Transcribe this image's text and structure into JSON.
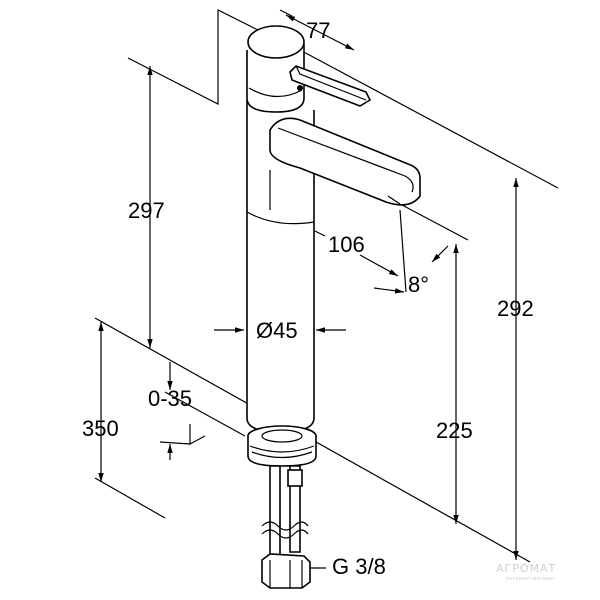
{
  "dimensions": {
    "handle_width": "77",
    "total_height": "297",
    "spout_reach": "106",
    "spout_angle": "8°",
    "body_diameter": "Ø45",
    "outlet_height": "292",
    "adjustment_range": "0-35",
    "base_height": "350",
    "spout_clearance": "225",
    "connection_thread": "G 3/8"
  },
  "watermark": {
    "brand": "АГРОМАТ",
    "tagline": "интернет-магазин"
  },
  "colors": {
    "line": "#000000",
    "background": "#ffffff",
    "watermark": "#cfcfcf"
  }
}
